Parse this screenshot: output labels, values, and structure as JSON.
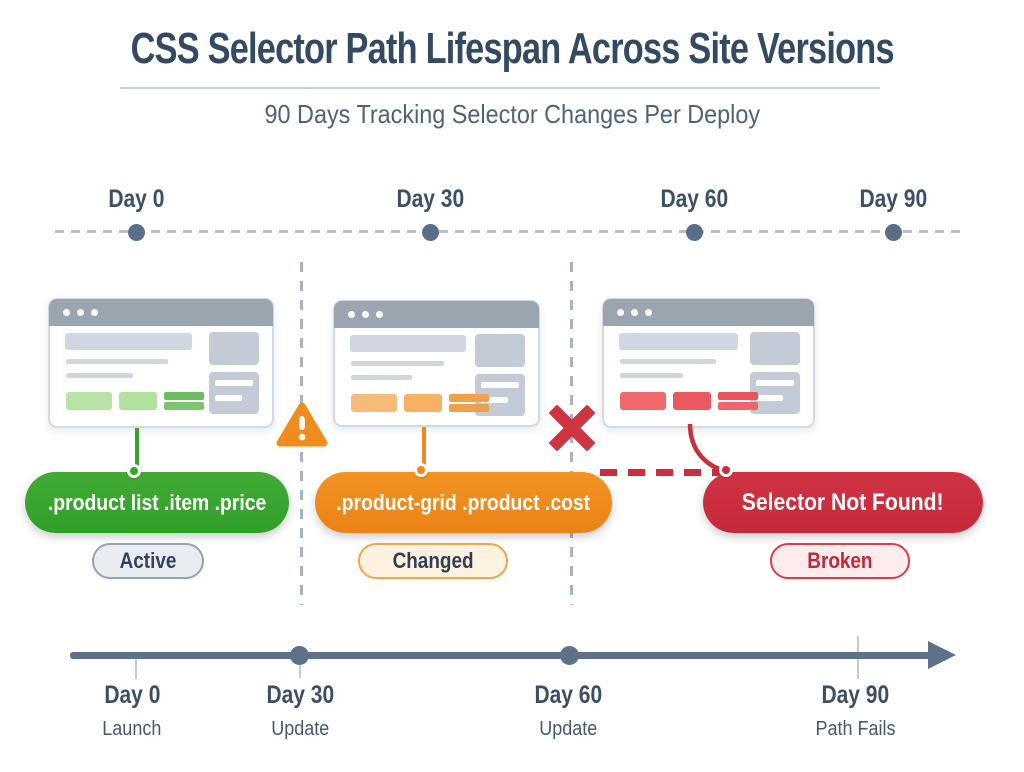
{
  "header": {
    "title": "CSS Selector Path Lifespan Across Site Versions",
    "subtitle": "90 Days Tracking Selector Changes Per Deploy"
  },
  "top_timeline": {
    "markers": [
      {
        "label": "Day 0"
      },
      {
        "label": "Day 30"
      },
      {
        "label": "Day 60"
      },
      {
        "label": "Day 90"
      }
    ]
  },
  "stages": [
    {
      "name": "active",
      "selector": ".product list .item .price",
      "status": "Active"
    },
    {
      "name": "changed",
      "selector": ".product-grid .product .cost",
      "status": "Changed"
    },
    {
      "name": "broken",
      "selector": "Selector Not Found!",
      "status": "Broken"
    }
  ],
  "icons": {
    "warning": "warning-triangle-icon",
    "broken": "x-cross-icon"
  },
  "bottom_timeline": {
    "markers": [
      {
        "day": "Day 0",
        "event": "Launch"
      },
      {
        "day": "Day 30",
        "event": "Update"
      },
      {
        "day": "Day 60",
        "event": "Update"
      },
      {
        "day": "Day 90",
        "event": "Path Fails"
      }
    ]
  },
  "colors": {
    "green": "#35a42c",
    "orange": "#ee8a1e",
    "red": "#cb2d3e",
    "slate": "#5d7288",
    "navy": "#344a63"
  }
}
